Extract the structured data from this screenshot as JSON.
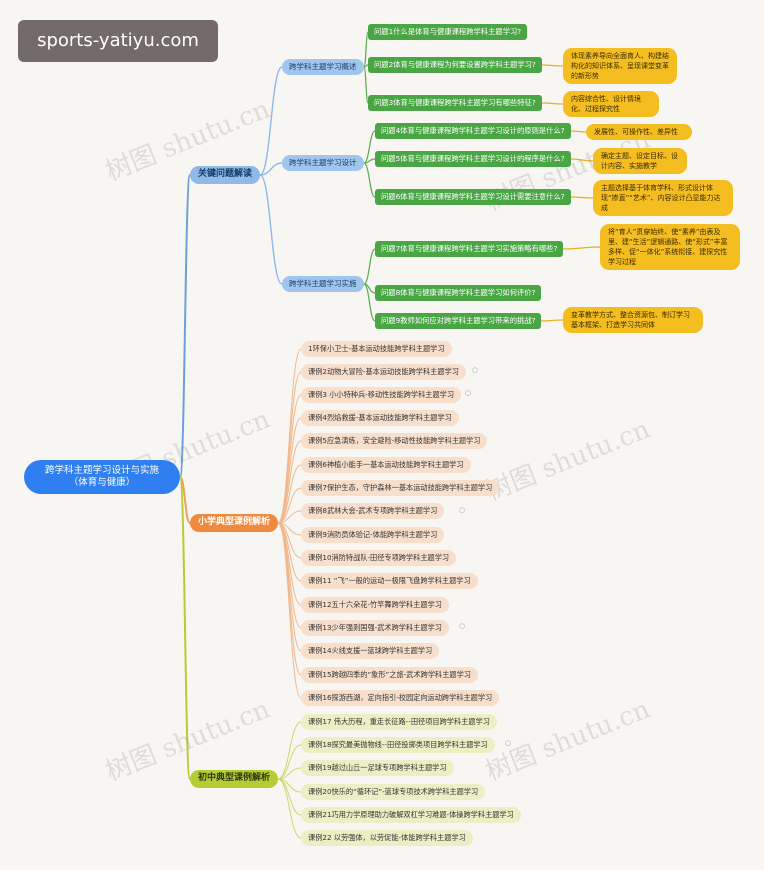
{
  "badge": "sports-yatiyu.com",
  "watermark": "树图 shutu.cn",
  "root": {
    "line1": "跨学科主题学习设计与实施",
    "line2": "（体育与健康）"
  },
  "branches": {
    "key": "关键问题解读",
    "primary": "小学典型课例解析",
    "junior": "初中典型课例解析"
  },
  "subs": {
    "overview": "跨学科主题学习概述",
    "design": "跨学科主题学习设计",
    "implement": "跨学科主题学习实施"
  },
  "questions": [
    "问题1什么是体育与健康课程跨学科主题学习?",
    "问题2体育与健康课程为何要设置跨学科主题学习?",
    "问题3体育与健康课程跨学科主题学习有哪些特征?",
    "问题4体育与健康课程跨学科主题学习设计的原则是什么?",
    "问题5体育与健康课程跨学科主题学习设计的程序是什么?",
    "问题6体育与健康课程跨学科主题学习设计需要注意什么?",
    "问题7体育与健康课程跨学科主题学习实施策略有哪些?",
    "问题8体育与健康课程跨学科主题学习如何评价?",
    "问题9教师如何应对跨学科主题学习带来的挑战?"
  ],
  "notes": {
    "q2": "体现素养导向全面育人、构建结构化的知识体系、呈现课堂变革的新形势",
    "q3": "内容综合性、设计情境化、过程探究性",
    "q4": "发展性、可操作性、差异性",
    "q5": "确定主题、设定目标、设计内容、实施教学",
    "q6": "主题选择基于体育学科、形式设计体现“掺直”“艺术”、内容设计凸显能力达成",
    "q7": "将“育人”贯穿始终、使“素养”由表及里、建“生活”逻辑通路、使“形式”丰富多样、促“一体化”系统衔接、建探究性学习过程",
    "q9": "变革教学方式、整合资源包、制订学习基本框架、打造学习共同体"
  },
  "primary_examples": [
    "1环保小卫士-基本运动技能跨学科主题学习",
    "课例2动物大冒险-基本运动技能跨学科主题学习",
    "课例3 小小特种兵-移动性技能跨学科主题学习",
    "课例4烈焰救援-基本运动技能跨学科主题学习",
    "课例5应急演练，安全避险-移动性技能跨学科主题学习",
    "课例6神植小能手一基本运动技能跨学科主题学习",
    "课例7保护生态，守护森林一基本运动技能跨学科主题学习",
    "课例8武林大会-武术专项跨学科主题学习",
    "课例9消防员体验记-体能跨学科主题学习",
    "课例10消防特战队-田径专项跨学科主题学习",
    "课例11 “飞”一般的运动一极限飞盘跨学科主题学习",
    "课例12五十六朵花-竹竿舞跨学科主题学习",
    "课例13少年强则国强-武术跨学科主题学习",
    "课例14火线支援一篮球跨学科主题学习",
    "课例15跨越四季的“象形”之旅-武术跨学科主题学习",
    "课例16探游西湖，定向指引-校园定向运动跨学科主题学习"
  ],
  "junior_examples": [
    "课例17 伟大历程，重走长征路--田径项目跨学科主题学习",
    "课例18探究最美抛物线--田径投掷类项目跨学科主题学习",
    "课例19越过山丘一足球专项跨学科主题学习",
    "课例20快乐的“循环记”-篮球专项技术跨学科主题学习",
    "课例21巧用力学原理助力破解双杠学习难题-体操跨学科主题学习",
    "课例22 以劳强体，以劳促能-体能跨学科主题学习"
  ],
  "colors": {
    "root": "#2f7ff0",
    "key_branch": "#8fb9e8",
    "primary_branch": "#f08a3e",
    "junior_branch": "#b6cc35",
    "question": "#4aa545",
    "note": "#f5be20"
  }
}
